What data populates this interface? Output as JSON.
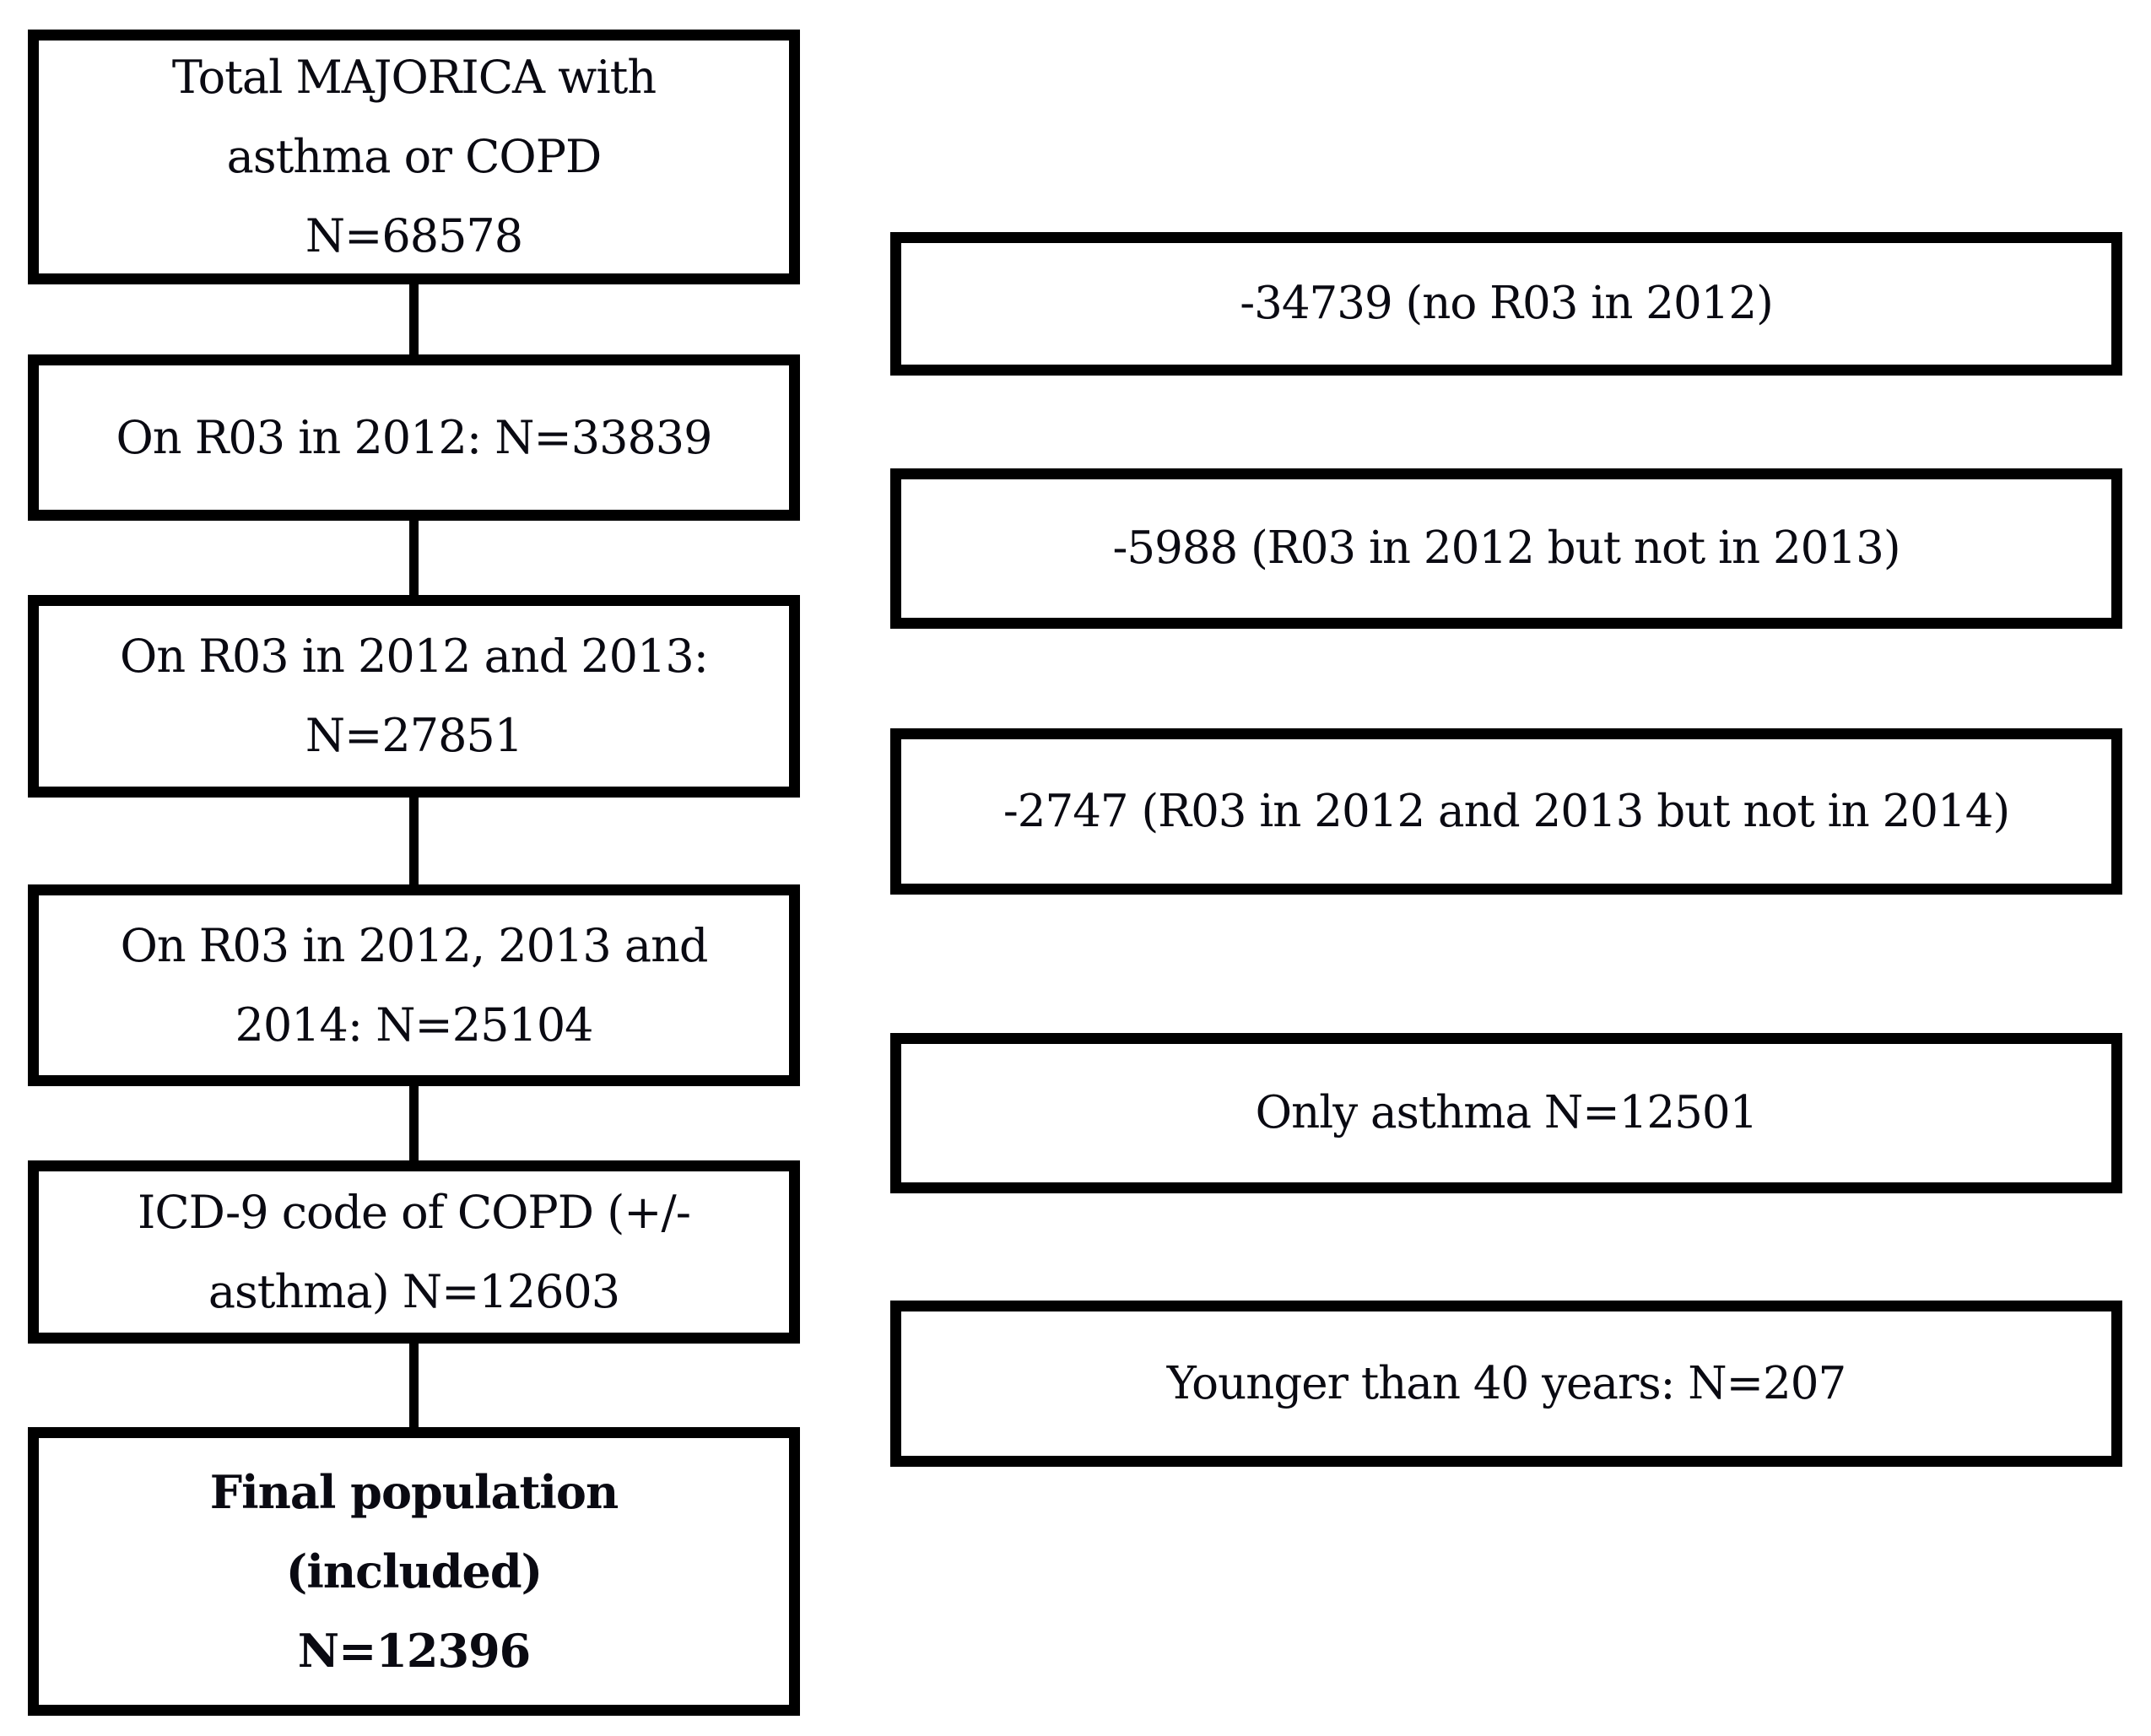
{
  "diagram": {
    "kind": "patient-selection-flowchart",
    "colors": {
      "border": "#000000",
      "text": "#0a0a12",
      "background": "#ffffff"
    },
    "left_boxes": [
      {
        "id": "total-majorica",
        "lines": [
          "Total MAJORICA with",
          "asthma or COPD",
          "N=68578"
        ]
      },
      {
        "id": "on-r03-2012",
        "lines": [
          "On R03 in 2012: N=33839"
        ]
      },
      {
        "id": "on-r03-2012-2013",
        "lines": [
          "On R03 in 2012 and 2013:",
          "N=27851"
        ]
      },
      {
        "id": "on-r03-2012-2013-2014",
        "lines": [
          "On R03 in 2012, 2013 and",
          "2014: N=25104"
        ]
      },
      {
        "id": "icd9-copd",
        "lines": [
          "ICD-9 code of COPD (+/-",
          "asthma) N=12603"
        ]
      },
      {
        "id": "final-population",
        "lines": [
          "Final population",
          "(included)",
          "N=12396"
        ]
      }
    ],
    "right_boxes": [
      {
        "id": "excluded-no-r03-2012",
        "lines": [
          "-34739 (no R03 in 2012)"
        ]
      },
      {
        "id": "excluded-not-2013",
        "lines": [
          "-5988 (R03 in 2012 but not in 2013)"
        ]
      },
      {
        "id": "excluded-not-2014",
        "lines": [
          "-2747 (R03 in 2012 and 2013 but not in 2014)"
        ]
      },
      {
        "id": "excluded-only-asthma",
        "lines": [
          "Only asthma N=12501"
        ]
      },
      {
        "id": "excluded-younger-40",
        "lines": [
          "Younger than 40 years: N=207"
        ]
      }
    ]
  }
}
